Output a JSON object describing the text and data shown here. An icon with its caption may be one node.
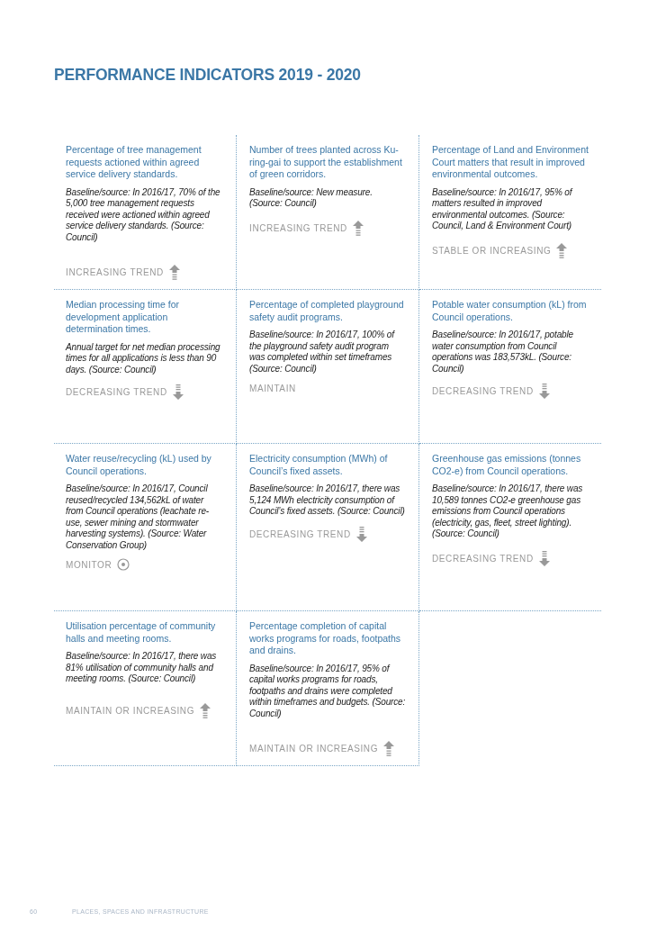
{
  "diagram": {
    "title": "PERFORMANCE INDICATORS 2019 - 2020",
    "nodes": [
      {
        "text": [
          "Percentage of tree management requests actioned within agreed service delivery standards.",
          "Baseline/source: In 2016/17, 70% of the 5,000 tree management requests received were actioned within agreed service delivery standards. (Source: Council)",
          "INCREASING TREND"
        ]
      },
      {
        "text": [
          "Number of trees planted across Ku-ring-gai to support the establishment of green corridors.",
          "Baseline/source: New measure. (Source: Council)",
          "INCREASING TREND"
        ]
      },
      {
        "text": [
          "Percentage of Land and Environment Court matters that result in improved environmental outcomes.",
          "Baseline/source: In 2016/17, 95% of matters resulted in improved environmental outcomes. (Source: Council, Land & Environment Court)",
          "STABLE OR INCREASING"
        ]
      },
      {
        "text": [
          "Median processing time for development application determination times.",
          "Annual target for net median processing times for all applications is less than 90 days. (Source: Council)",
          "DECREASING TREND"
        ]
      },
      {
        "text": [
          "Percentage of completed playground safety audit programs.",
          "Baseline/source: In 2016/17, 100% of the playground safety audit program was completed within set timeframes (Source: Council)",
          "MAINTAIN"
        ]
      },
      {
        "text": [
          "Potable water consumption (kL) from Council operations.",
          "Baseline/source: In 2016/17, potable water consumption from Council operations was 183,573kL. (Source: Council)",
          "DECREASING TREND"
        ]
      },
      {
        "text": [
          "Water reuse/recycling (kL) used by Council operations.",
          "Baseline/source: In 2016/17, Council reused/recycled 134,562kL of water from Council operations (leachate re-use, sewer mining and stormwater harvesting systems). (Source: Water Conservation Group)",
          "MONITOR"
        ]
      },
      {
        "text": [
          "Electricity consumption (MWh) of Council’s fixed assets.",
          "Baseline/source: In 2016/17, there was 5,124 MWh electricity consumption of Council’s fixed assets. (Source: Council)",
          "DECREASING TREND"
        ]
      },
      {
        "text": [
          "Greenhouse gas emissions (tonnes CO2-e) from Council operations.",
          "Baseline/source: In 2016/17, there was 10,589 tonnes CO2-e greenhouse gas emissions from Council operations (electricity, gas, fleet, street lighting). (Source: Council)",
          "DECREASING TREND"
        ]
      },
      {
        "text": [
          "Utilisation percentage of community halls and meeting rooms.",
          "Baseline/source: In 2016/17, there was 81% utilisation of community halls and meeting rooms. (Source: Council)",
          "MAINTAIN OR INCREASING"
        ]
      },
      {
        "text": [
          "Percentage completion of capital works programs for roads, footpaths and drains.",
          "Baseline/source: In 2016/17, 95% of capital works programs for roads, footpaths and drains were completed within timeframes and budgets. (Source: Council)",
          "MAINTAIN OR INCREASING"
        ]
      }
    ],
    "labels": [
      "60",
      "PLACES, SPACES AND INFRASTRUCTURE"
    ]
  }
}
